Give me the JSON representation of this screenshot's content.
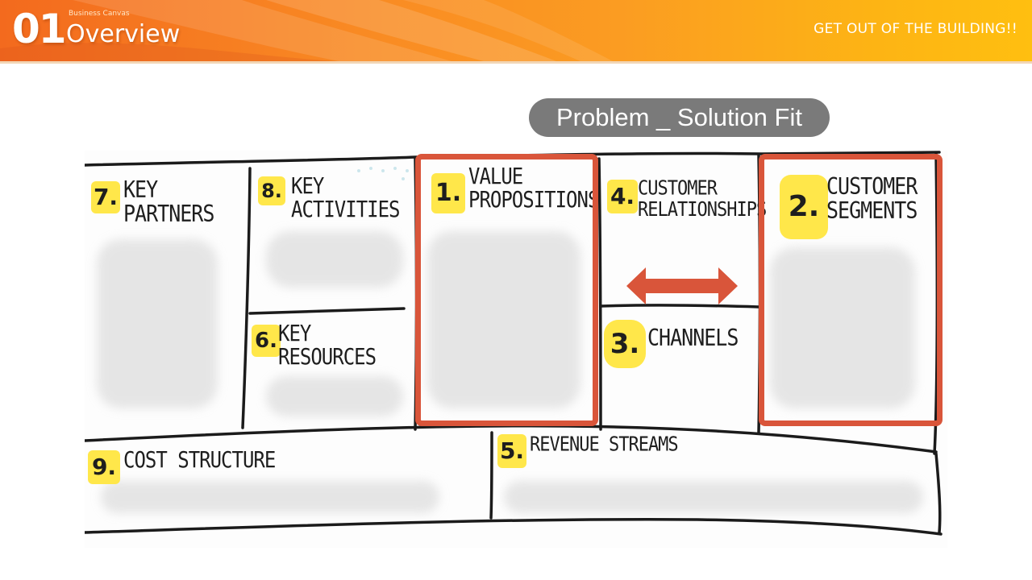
{
  "header": {
    "section_number": "01",
    "subtitle": "Business Canvas",
    "title": "Overview",
    "tagline": "GET OUT OF THE BUILDING!!"
  },
  "pill": {
    "label": "Problem _ Solution Fit"
  },
  "colors": {
    "banner_start": "#f36a1e",
    "banner_end": "#ffbf10",
    "pill_bg": "#7a7a7a",
    "highlight_box": "#d9553a",
    "sticky_note": "#ffe74a"
  },
  "canvas": {
    "cells": [
      {
        "number": "7.",
        "label": "KEY\nPARTNERS"
      },
      {
        "number": "8.",
        "label": "KEY\nACTIVITIES"
      },
      {
        "number": "6.",
        "label": "KEY\nRESOURCES"
      },
      {
        "number": "1.",
        "label": "VALUE\nPROPOSITIONS"
      },
      {
        "number": "4.",
        "label": "CUSTOMER\nRELATIONSHIPS"
      },
      {
        "number": "3.",
        "label": "CHANNELS"
      },
      {
        "number": "2.",
        "label": "CUSTOMER\nSEGMENTS"
      },
      {
        "number": "9.",
        "label": "COST STRUCTURE"
      },
      {
        "number": "5.",
        "label": "REVENUE STREAMS"
      }
    ]
  }
}
